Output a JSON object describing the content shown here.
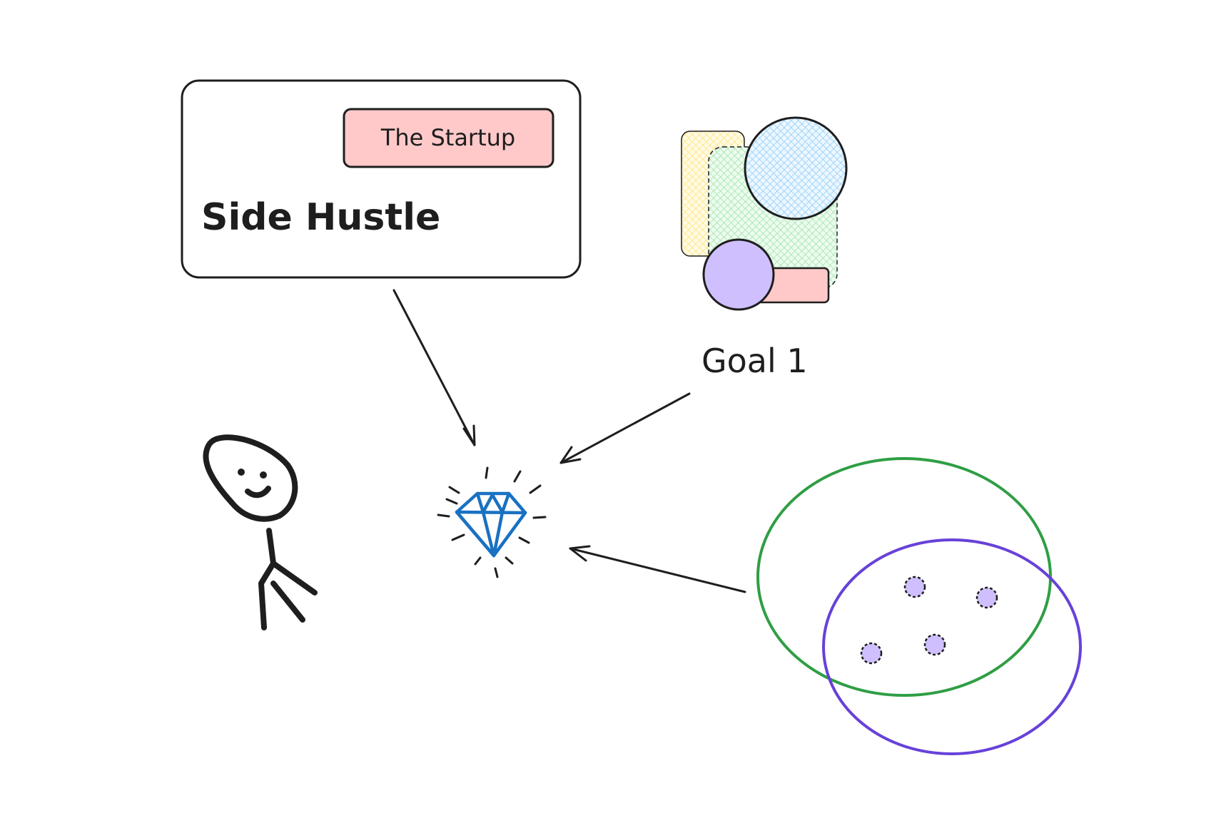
{
  "labels": {
    "side_hustle": "Side Hustle",
    "startup": "The Startup",
    "goal": "Goal 1"
  },
  "colors": {
    "stroke": "#1e1e1e",
    "startup_fill": "#ffc9c9",
    "yellow_fill": "#ffec99",
    "green_fill": "#b2f2bb",
    "blue_fill": "#a5d8ff",
    "violet_fill": "#d0bfff",
    "pink_fill": "#ffc9c9",
    "diamond": "#1971c2",
    "green_ellipse": "#2f9e44",
    "violet_ellipse": "#6741d9",
    "dot_fill": "#d0bfff"
  }
}
